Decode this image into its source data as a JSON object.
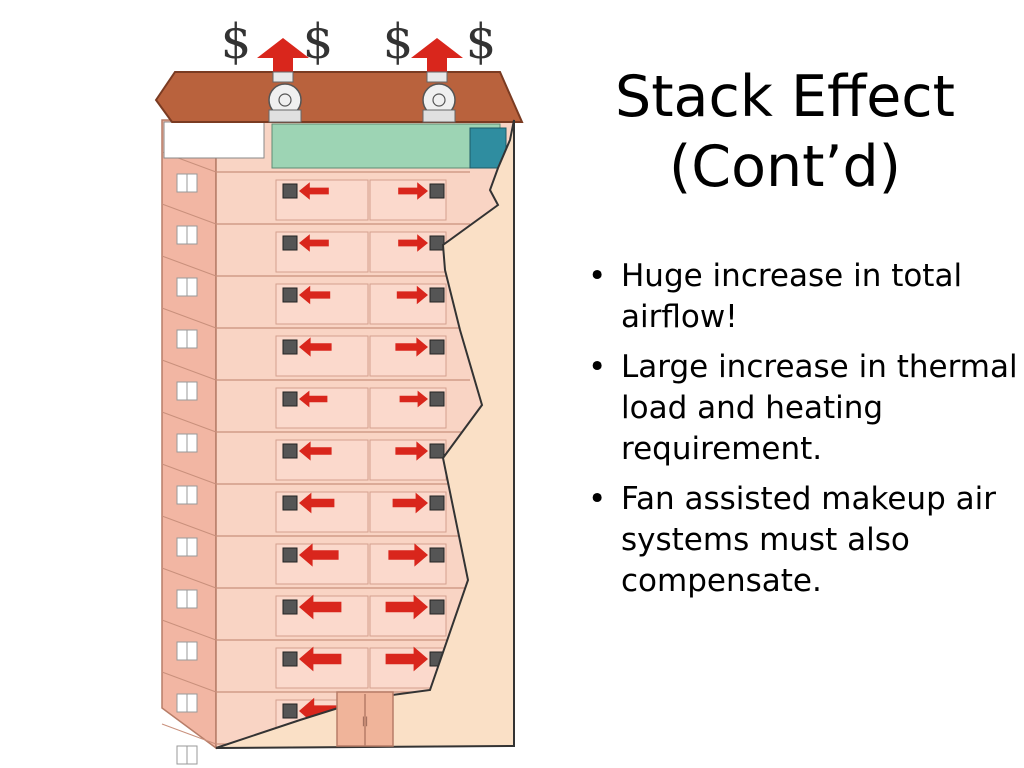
{
  "title": {
    "line1": "Stack Effect",
    "line2": "(Cont’d)"
  },
  "bullets": [
    "Huge increase in total airflow!",
    "Large increase in thermal load and heating requirement.",
    "Fan assisted makeup air systems must also compensate."
  ],
  "diagram": {
    "dollar_sign": "$",
    "door_label": "||",
    "floor_count": 12,
    "arrow_strength": [
      0.3,
      0.35,
      0.35,
      0.4,
      0.45,
      0.3,
      0.45,
      0.55,
      0.7,
      0.8,
      0.8,
      0.9
    ]
  },
  "colors": {
    "wall": "#f6c7b6",
    "wall_edge": "#e0a08c",
    "roof": "#b9623d",
    "mech_room": "#9dd4b4",
    "arrow": "#d9261c",
    "cutaway": "#f9dcc0"
  }
}
